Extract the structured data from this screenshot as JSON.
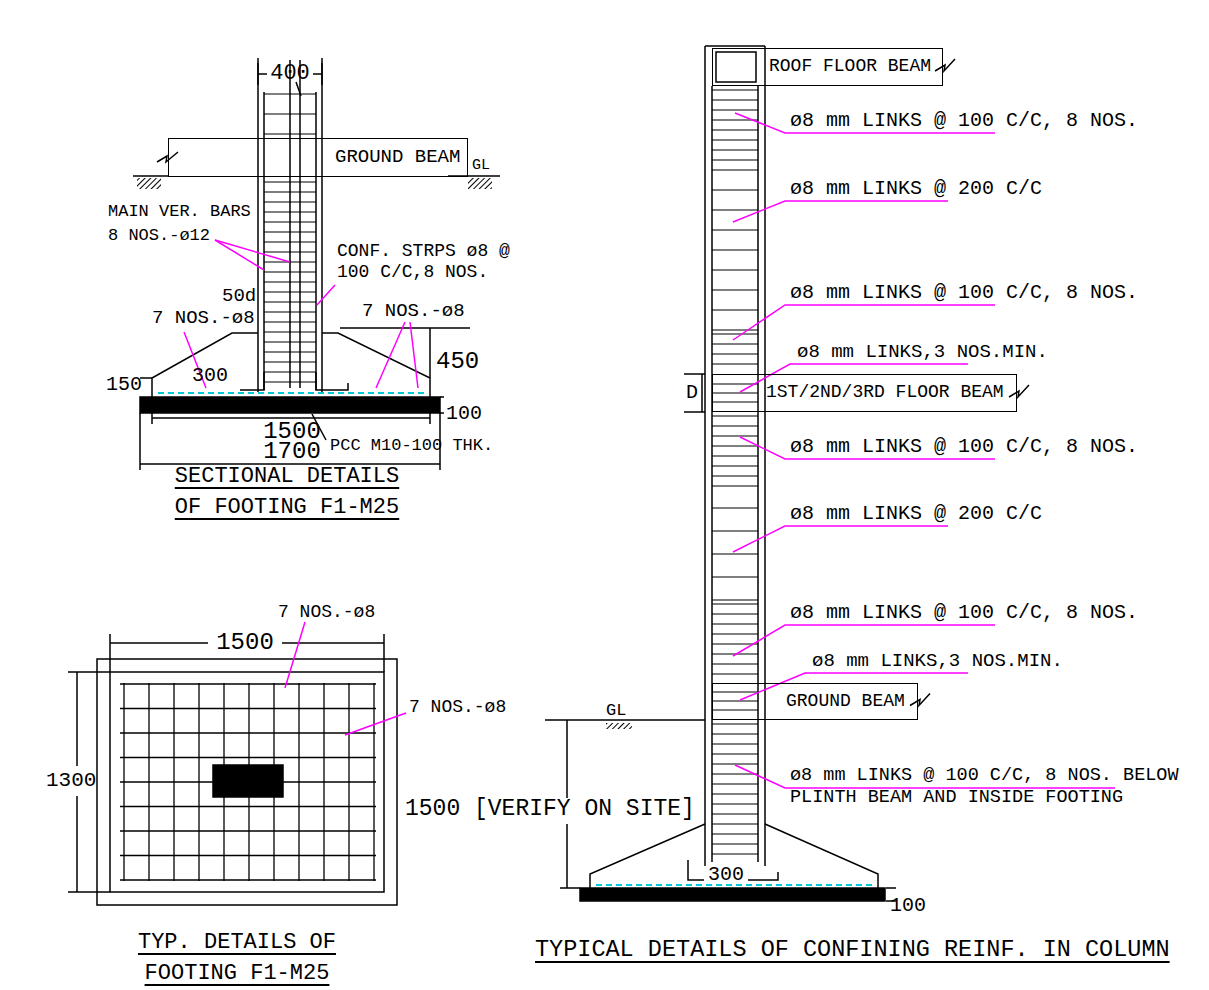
{
  "diagram": {
    "nodes": [
      {
        "text": [
          "GROUND BEAM"
        ]
      },
      {
        "text": [
          "ROOF FLOOR BEAM"
        ]
      },
      {
        "text": [
          "1ST/2ND/3RD FLOOR BEAM"
        ]
      },
      {
        "text": [
          "GROUND BEAM"
        ]
      }
    ],
    "labels": [
      "400",
      "GL",
      "MAIN VER. BARS 8 NOS.-ø12",
      "CONF. STRPS ø8 @ 100 C/C,8 NOS.",
      "7 NOS.-ø8",
      "50d",
      "7 NOS.-ø8",
      "450",
      "150",
      "300",
      "100",
      "1500",
      "1700",
      "PCC M10-100 THK.",
      "SECTIONAL DETAILS OF FOOTING F1-M25",
      "7 NOS.-ø8",
      "1500",
      "7 NOS.-ø8",
      "1300",
      "TYP. DETAILS OF FOOTING F1-M25",
      "ø8 mm LINKS @ 100 C/C, 8 NOS.",
      "ø8 mm LINKS @ 200 C/C",
      "ø8 mm LINKS @ 100 C/C, 8 NOS.",
      "ø8 mm LINKS,3 NOS.MIN.",
      "D",
      "ø8 mm LINKS @ 100 C/C, 8 NOS.",
      "ø8 mm LINKS @ 200 C/C",
      "ø8 mm LINKS @ 100 C/C, 8 NOS.",
      "ø8 mm LINKS,3 NOS.MIN.",
      "GL",
      "1500 [VERIFY ON SITE]",
      "ø8 mm LINKS @ 100 C/C, 8 NOS. BELOW PLINTH BEAM AND INSIDE FOOTING",
      "300",
      "100",
      "TYPICAL DETAILS OF CONFINING REINF. IN COLUMN"
    ]
  }
}
